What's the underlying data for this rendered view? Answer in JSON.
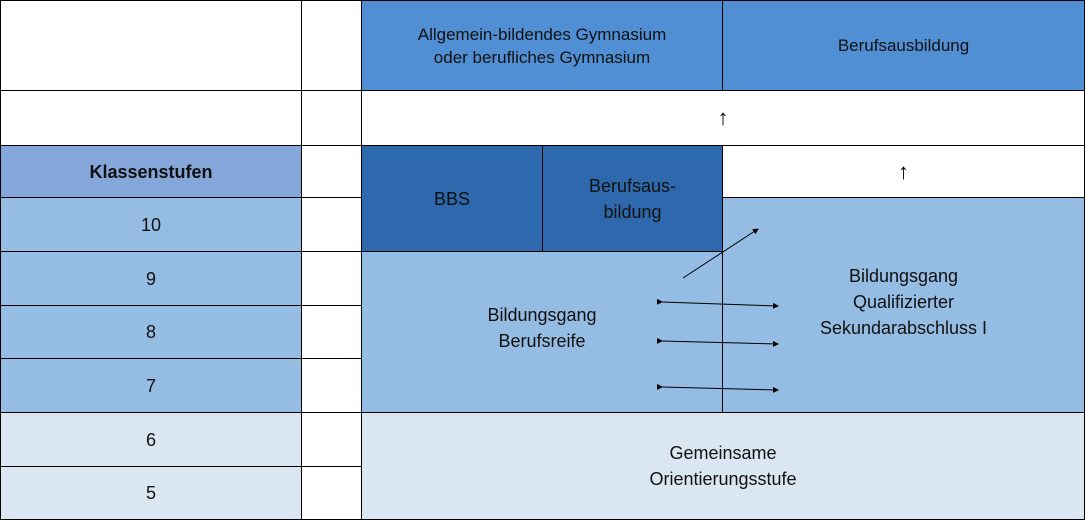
{
  "header": {
    "gymnasium": "Allgemein-bildendes Gymnasium\noder berufliches Gymnasium",
    "berufsausbildung_top": "Berufsausbildung"
  },
  "grades": {
    "title": "Klassenstufen",
    "rows": [
      "10",
      "9",
      "8",
      "7",
      "6",
      "5"
    ]
  },
  "middle": {
    "bbs": "BBS",
    "berufsausbildung": "Berufsaus-\nbildung"
  },
  "tracks": {
    "berufsreife": "Bildungsgang\nBerufsreife",
    "sekundarabschluss": "Bildungsgang\nQualifizierter\nSekundarabschluss I"
  },
  "orientierung": "Gemeinsame\nOrientierungsstufe",
  "arrows": {
    "up_wide": "↑",
    "up_right": "↑"
  },
  "colors": {
    "top_header": "#508fd3",
    "dark_blue": "#2d69ac",
    "mid_blue": "#95bce3",
    "light_blue": "#dbe6f3",
    "grade_header": "#84a6d8"
  }
}
